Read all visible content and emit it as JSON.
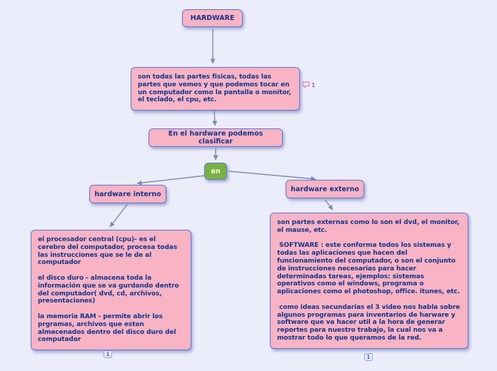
{
  "app": {
    "background_color": "#ebedfa",
    "node_fill_color": "#f8b3c4",
    "node_border_color": "#5b77d9",
    "node_text_color": "#14368c",
    "connector_node_fill_color": "#79b23f",
    "arrow_color": "#7b8cad"
  },
  "nodes": {
    "root": {
      "label": "HARDWARE"
    },
    "definition": {
      "text": "son todas las partes fisicas, todas las partes que vemos y que podemos tocar en un computador como la pantalla o monitor, el teclado, el cpu, etc."
    },
    "classify": {
      "label": "En el hardware podemos clasificar"
    },
    "connector": {
      "label": "en"
    },
    "interno": {
      "label": "hardware interno"
    },
    "externo": {
      "label": "hardware externo"
    },
    "interno_detail": {
      "text": "el procesador central (cpu)- es el cerebro del computador, procesa todas las instrucciones que se le de al computador\n\nel disco duro - almacena toda la información que se va gurdando dentro del computador( dvd, cd, archivos, presentaciones)\n\nla memoria RAM - permite abrir los prgramas, archivos que estan almacenados dentro del disco duro del computador"
    },
    "externo_detail": {
      "text": "son partes externas como lo son el dvd, el monitor, el mause, etc.\n\n SOFTWARE : este conforma todos los sistemas y todas las aplicaciones que hacen del funcionamiento del computador, o son el conjunto de instrucciones necesarias para hacer determinadas tareas, ejemplos: sistemas operativos como el windows, programa o aplicaciones como el photoshop, office. itunes, etc.\n\n como ideas secundarias el 3 video nos habla sobre algunos programas para inventarios de harware y software que va hacer util a la hora de generar reportes para nuestro trabajo, la cual nos va a mostrar todo lo que queramos de la red."
    },
    "comment_badge": {
      "count": "1"
    },
    "interno_note_badge": {
      "count": "1"
    },
    "externo_note_badge": {
      "count": "1"
    }
  }
}
